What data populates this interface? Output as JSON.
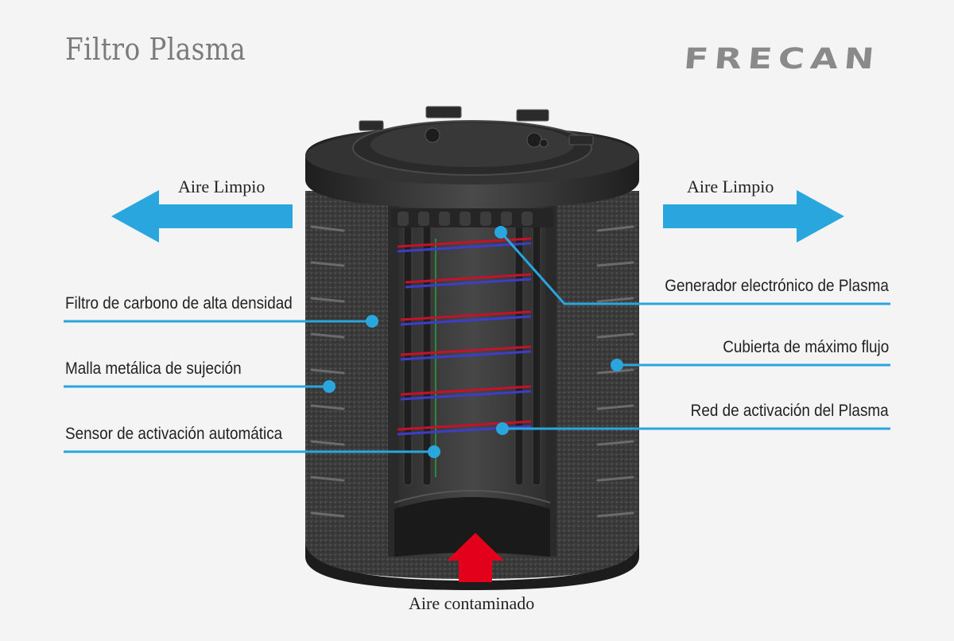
{
  "header": {
    "title": "Filtro Plasma",
    "brand": "FRECAN"
  },
  "flows": {
    "clean_air_left": "Aire Limpio",
    "clean_air_right": "Aire Limpio",
    "dirty_air": "Aire contaminado"
  },
  "callouts": {
    "carbon_filter": "Filtro de carbono de alta densidad",
    "metal_mesh": "Malla metálica de sujeción",
    "activation_sensor": "Sensor de activación automática",
    "plasma_generator": "Generador electrónico de Plasma",
    "max_flow_cover": "Cubierta de máximo flujo",
    "plasma_network": "Red de activación del Plasma"
  },
  "colors": {
    "accent_blue": "#2aa6df",
    "dirty_red": "#e3001b",
    "title_gray": "#7b7b7b",
    "logo_gray": "#8a8a8a"
  }
}
